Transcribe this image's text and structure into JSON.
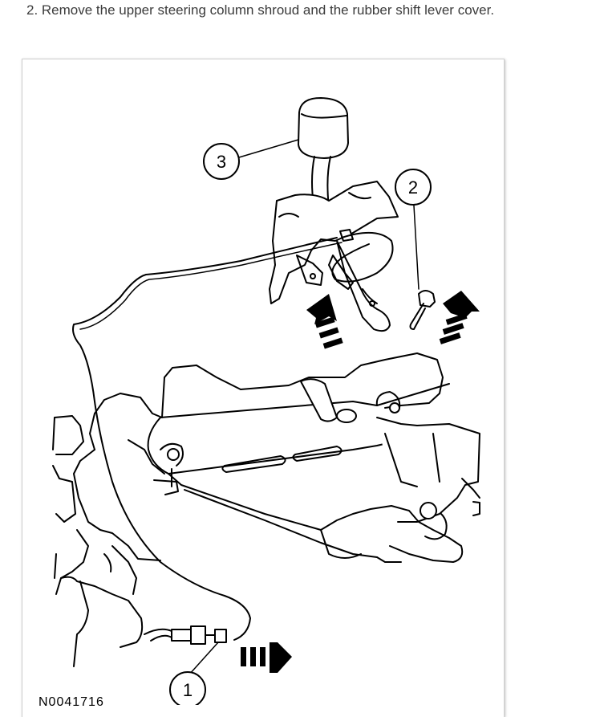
{
  "instruction": {
    "text": "2. Remove the upper steering column shroud and the rubber shift lever cover."
  },
  "figure": {
    "callouts": [
      {
        "id": "callout-1",
        "label": "1"
      },
      {
        "id": "callout-2",
        "label": "2"
      },
      {
        "id": "callout-3",
        "label": "3"
      }
    ],
    "figure_id": "N0041716"
  }
}
